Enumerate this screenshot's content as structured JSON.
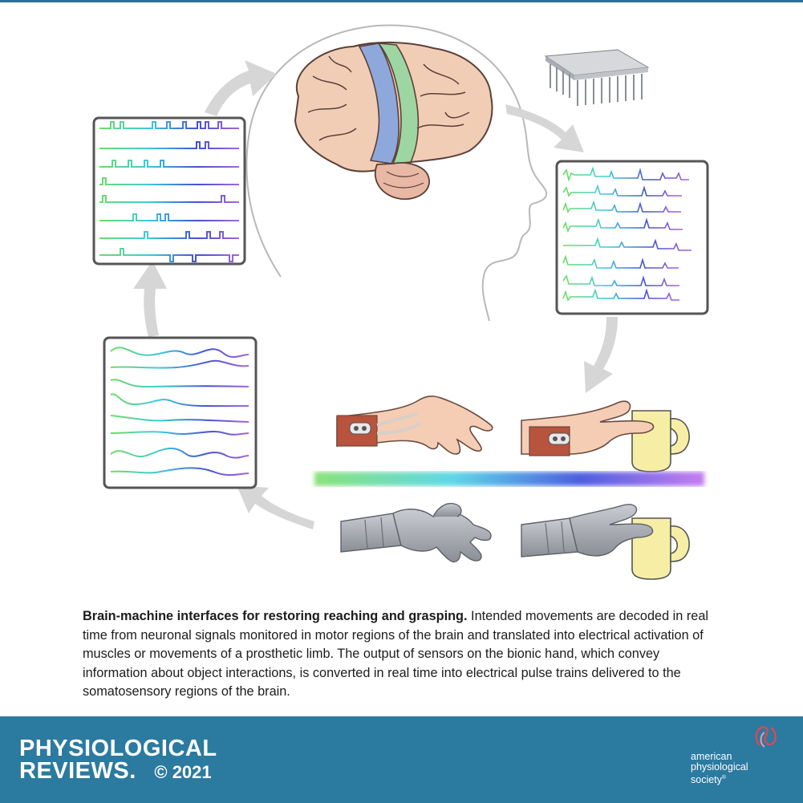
{
  "caption": {
    "title": "Brain-machine interfaces for restoring reaching and grasping.",
    "body": "Intended movements are decoded in real time from neuronal signals monitored in motor regions of the brain and translated into electrical activation of muscles or movements of a prosthetic limb. The output of sensors on the bionic hand, which convey information about object interactions, is converted in real time into electrical pulse trains delivered to the somatosensory regions of the brain."
  },
  "footer": {
    "journal_line1": "PHYSIOLOGICAL",
    "journal_line2": "REVIEWS",
    "trademark": ".",
    "copyright": "© 2021",
    "society": "american physiological society",
    "society_mark": "®"
  },
  "colors": {
    "brand_blue": "#2b7aa0",
    "arrow_gray": "#d8d8d8",
    "brain_tissue": "#f2cdb6",
    "motor_cortex": "#8fa8dc",
    "sensory_cortex": "#9ed6a3",
    "mug": "#f7eea6",
    "signal_gradient": [
      "#78e06a",
      "#3fc9d8",
      "#4a57d6",
      "#b06ad8"
    ]
  },
  "icons": {
    "arrows": "curved-arrow-icon",
    "electrode": "electrode-array-icon",
    "logo": "aps-logo-icon"
  }
}
